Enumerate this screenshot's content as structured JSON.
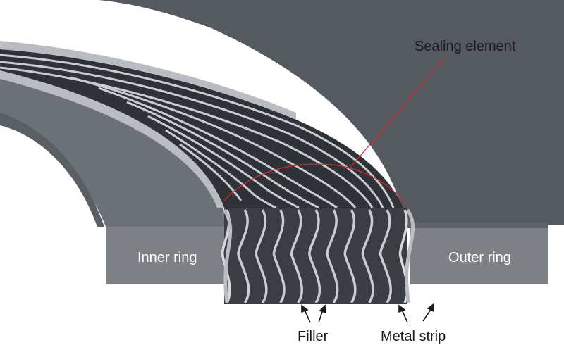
{
  "labels": {
    "sealing_element": "Sealing element",
    "inner_ring": "Inner ring",
    "outer_ring": "Outer ring",
    "filler": "Filler",
    "metal_strip": "Metal strip"
  },
  "colors": {
    "background": "#ffffff",
    "ring_face": "#7d8186",
    "ring_top": "#4f5459",
    "ring_edge": "#5e6368",
    "filler_dark": "#2f3237",
    "metal_strip": "#c9ccd0",
    "leader_line": "#e0282e",
    "label_on_ring": "#ffffff",
    "label_text": "#1a1a1a"
  }
}
